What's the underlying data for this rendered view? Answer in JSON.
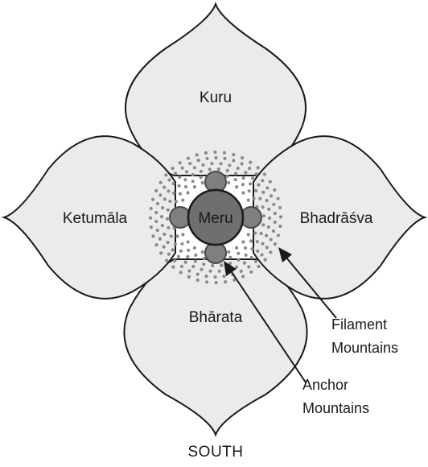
{
  "diagram": {
    "continents": {
      "north": "Kuru",
      "west": "Ketumāla",
      "east": "Bhadrāśva",
      "south": "Bhārata"
    },
    "center": "Meru",
    "callouts": {
      "filament_line1": "Filament",
      "filament_line2": "Mountains",
      "anchor_line1": "Anchor",
      "anchor_line2": "Mountains"
    },
    "direction_label": "SOUTH"
  },
  "colors": {
    "petal_fill": "#ebebeb",
    "outline": "#1a1a1a",
    "dots": "#8a8a8a",
    "anchor_mountains": "#7f7f7f",
    "meru": "#6f6f6f"
  }
}
